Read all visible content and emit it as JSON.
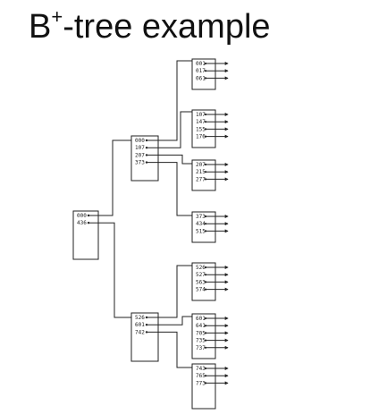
{
  "title": {
    "base": "B",
    "sup": "+",
    "rest": "-tree example"
  },
  "tree": {
    "root": {
      "keys": [
        "000",
        "436"
      ]
    },
    "internal": [
      {
        "keys": [
          "000",
          "107",
          "207",
          "373"
        ]
      },
      {
        "keys": [
          "526",
          "601",
          "742"
        ]
      }
    ],
    "leaves": [
      {
        "keys": [
          "001",
          "017",
          "061"
        ]
      },
      {
        "keys": [
          "107",
          "147",
          "155",
          "176"
        ]
      },
      {
        "keys": [
          "207",
          "215",
          "277"
        ]
      },
      {
        "keys": [
          "373",
          "434",
          "515"
        ]
      },
      {
        "keys": [
          "526",
          "527",
          "563",
          "574"
        ]
      },
      {
        "keys": [
          "601",
          "641",
          "705",
          "735",
          "737"
        ]
      },
      {
        "keys": [
          "743",
          "765",
          "773"
        ]
      }
    ]
  }
}
